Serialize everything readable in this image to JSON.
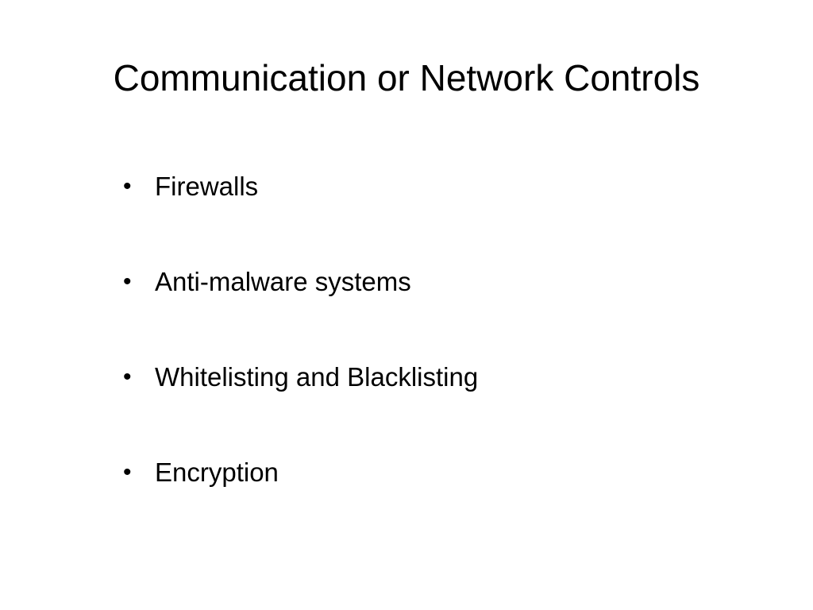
{
  "slide": {
    "title": "Communication or Network Controls",
    "bullet_glyph": "•",
    "bullets": [
      "Firewalls",
      "Anti-malware systems",
      "Whitelisting and Blacklisting",
      "Encryption"
    ]
  }
}
